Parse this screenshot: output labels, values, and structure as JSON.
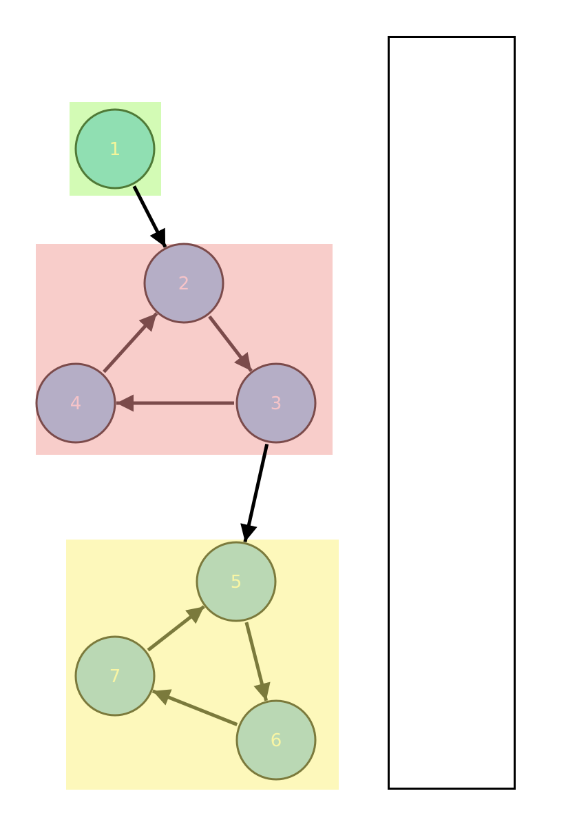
{
  "colors": {
    "background": "#ffffff",
    "edge_black": "#000000",
    "panel_border": "#000000"
  },
  "groups": [
    {
      "id": "g1",
      "name": "group-green",
      "fill": "#d3fbb5",
      "node_fill": "#90dfb2",
      "node_stroke": "#4f7a37",
      "label_color": "#f4f59a",
      "nodes": [
        "1"
      ],
      "edge_color": "#4f7a37"
    },
    {
      "id": "g2",
      "name": "group-red",
      "fill": "#f8cdca",
      "node_fill": "#b5aec6",
      "node_stroke": "#7b4b4b",
      "label_color": "#f5c3c8",
      "nodes": [
        "2",
        "3",
        "4"
      ],
      "edge_color": "#7b4b4b"
    },
    {
      "id": "g3",
      "name": "group-yellow",
      "fill": "#fdf8bb",
      "node_fill": "#bad8b4",
      "node_stroke": "#7b7a3c",
      "label_color": "#f8f5a4",
      "nodes": [
        "5",
        "6",
        "7"
      ],
      "edge_color": "#7b7a3c"
    }
  ],
  "nodes": [
    {
      "id": "1",
      "label": "1",
      "group": "g1"
    },
    {
      "id": "2",
      "label": "2",
      "group": "g2"
    },
    {
      "id": "3",
      "label": "3",
      "group": "g2"
    },
    {
      "id": "4",
      "label": "4",
      "group": "g2"
    },
    {
      "id": "5",
      "label": "5",
      "group": "g3"
    },
    {
      "id": "6",
      "label": "6",
      "group": "g3"
    },
    {
      "id": "7",
      "label": "7",
      "group": "g3"
    }
  ],
  "edges": [
    {
      "from": "1",
      "to": "2",
      "kind": "inter"
    },
    {
      "from": "2",
      "to": "3",
      "kind": "intra"
    },
    {
      "from": "3",
      "to": "4",
      "kind": "intra"
    },
    {
      "from": "4",
      "to": "2",
      "kind": "intra"
    },
    {
      "from": "3",
      "to": "5",
      "kind": "inter"
    },
    {
      "from": "5",
      "to": "6",
      "kind": "intra"
    },
    {
      "from": "6",
      "to": "7",
      "kind": "intra"
    },
    {
      "from": "7",
      "to": "5",
      "kind": "intra"
    }
  ]
}
